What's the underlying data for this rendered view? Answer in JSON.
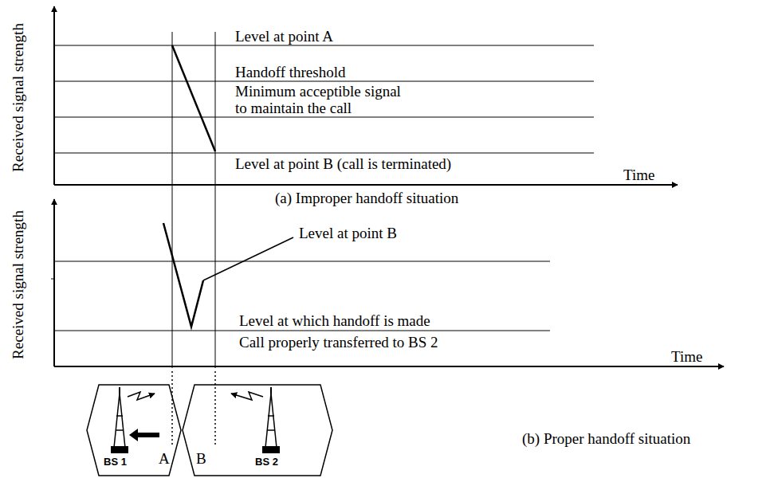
{
  "diagram": {
    "nodes": [
      {
        "text": [
          "BS 1"
        ]
      },
      {
        "text": [
          "BS 2"
        ]
      }
    ],
    "labels": [
      "Level at point A",
      "Handoff threshold",
      "Minimum acceptible signal to maintain the call",
      "Level at point B (call is terminated)",
      "Time",
      "Received signal strength",
      "(a) Improper handoff situation",
      "Received signal strength",
      "Level at point B",
      "Level at which handoff is made",
      "Call properly transferred to BS 2",
      "Time",
      "(b) Proper handoff situation",
      "A",
      "B"
    ]
  }
}
